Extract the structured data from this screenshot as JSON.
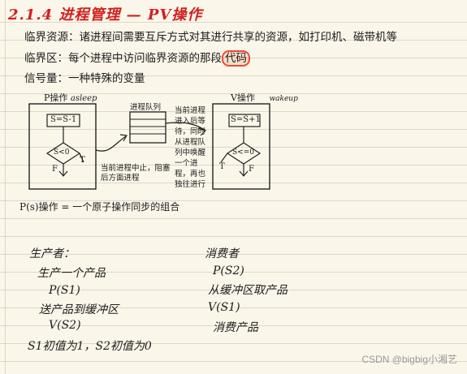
{
  "title": "2.1.4 进程管理 — PV操作",
  "line1": "临界资源：诸进程间需要互斥方式对其进行共享的资源，如打印机、磁带机等",
  "line2_prefix": "临界区：每个进程中访问临界资源的那段",
  "line2_highlight": "代码",
  "line3": "信号量：一种特殊的变量",
  "p": {
    "label": "P操作",
    "note": "asleep",
    "s_box": "S=S-1",
    "cond": "S<0",
    "f": "F",
    "t": "T"
  },
  "queue": {
    "label": "进程队列"
  },
  "p_caption": "当前进程中止，阻塞后方面进程",
  "v": {
    "label": "V操作",
    "note": "wakeup",
    "s_box": "S=S+1",
    "cond": "S<=0",
    "f": "F",
    "t": "T"
  },
  "v_caption": "当前进程进入后等待，同时从进程队列中唤醒一个进程，再也独往进行",
  "line4": "P(s)操作 = 一个原子操作同步的组合",
  "producer": {
    "heading": "生产者：",
    "step1": "生产一个产品",
    "step2": "P(S1)",
    "step3": "送产品到缓冲区",
    "step4": "V(S2)"
  },
  "consumer": {
    "heading": "消费者",
    "step1": "P(S2)",
    "step2": "从缓冲区取产品",
    "step3": "V(S1)",
    "step4": "消费产品"
  },
  "init_note": "S1初值为1，S2初值为0",
  "watermark": "CSDN @bigbig小湘艺",
  "colors": {
    "ink": "#1d1d1d",
    "red_ink": "#d21f1f",
    "paper": "#fbf6ea",
    "highlight": "#e84a3a"
  }
}
